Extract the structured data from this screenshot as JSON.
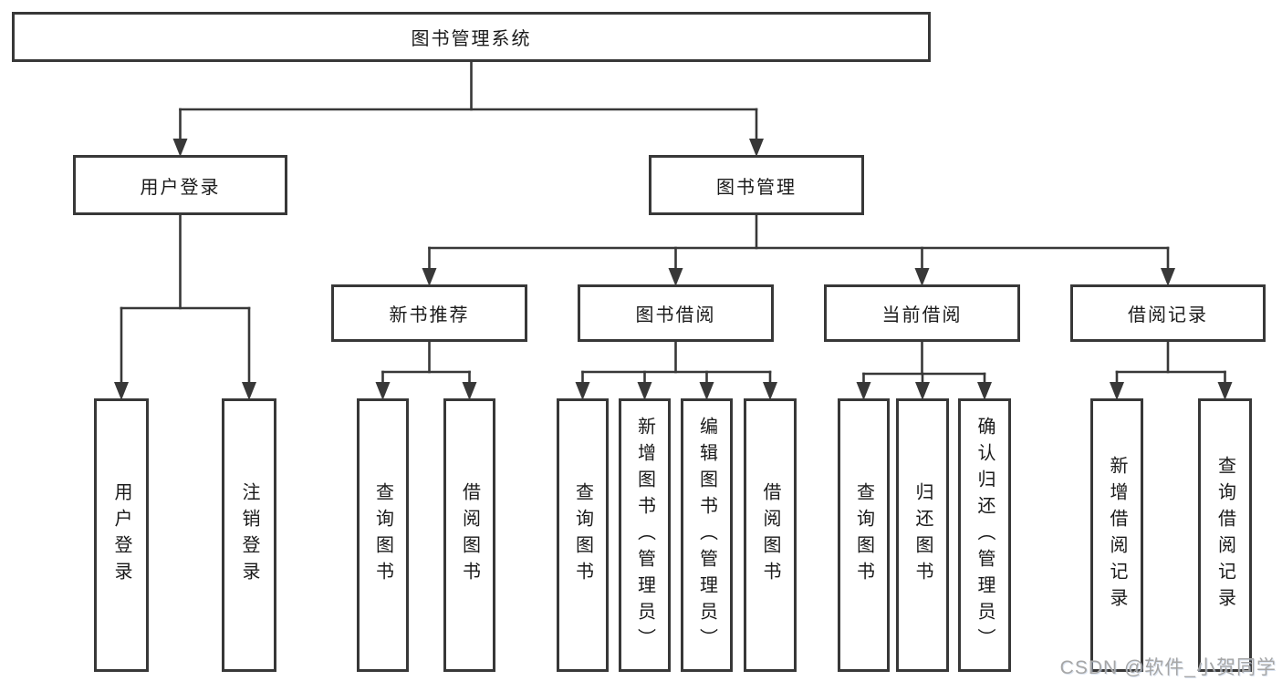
{
  "diagram": {
    "type": "tree",
    "root": {
      "id": "root",
      "label": "图书管理系统",
      "children": [
        {
          "id": "login",
          "label": "用户登录",
          "children": [
            {
              "id": "login-user",
              "label": "用户登录"
            },
            {
              "id": "login-logout",
              "label": "注销登录"
            }
          ]
        },
        {
          "id": "mgmt",
          "label": "图书管理",
          "children": [
            {
              "id": "newbook",
              "label": "新书推荐",
              "children": [
                {
                  "id": "nb-query",
                  "label": "查询图书"
                },
                {
                  "id": "nb-borrow",
                  "label": "借阅图书"
                }
              ]
            },
            {
              "id": "borrow",
              "label": "图书借阅",
              "children": [
                {
                  "id": "bw-query",
                  "label": "查询图书"
                },
                {
                  "id": "bw-add",
                  "label": "新增图书（管理员）"
                },
                {
                  "id": "bw-edit",
                  "label": "编辑图书（管理员）"
                },
                {
                  "id": "bw-borrow",
                  "label": "借阅图书"
                }
              ]
            },
            {
              "id": "current",
              "label": "当前借阅",
              "children": [
                {
                  "id": "cur-query",
                  "label": "查询图书"
                },
                {
                  "id": "cur-return",
                  "label": "归还图书"
                },
                {
                  "id": "cur-confirm",
                  "label": "确认归还（管理员）"
                }
              ]
            },
            {
              "id": "records",
              "label": "借阅记录",
              "children": [
                {
                  "id": "rec-add",
                  "label": "新增借阅记录"
                },
                {
                  "id": "rec-query",
                  "label": "查询借阅记录"
                }
              ]
            }
          ]
        }
      ]
    }
  },
  "watermark": {
    "text": "CSDN @软件_小贺同学"
  },
  "colors": {
    "line": "#383838",
    "text": "#1a1a1a",
    "background": "#ffffff",
    "watermark": "#a6a6a6"
  }
}
